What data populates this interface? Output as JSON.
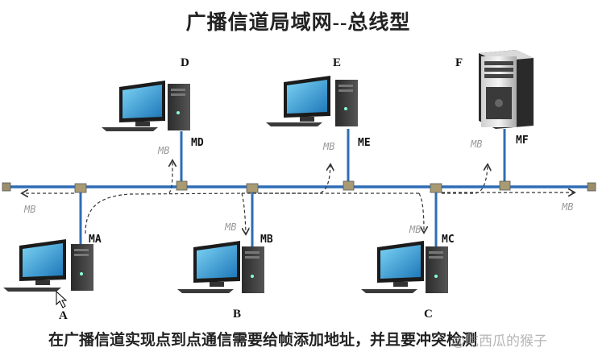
{
  "title": "广播信道局域网--总线型",
  "caption": "在广播信道实现点到点通信需要给帧添加地址，并且要冲突检测",
  "watermark": "@吃西瓜的猴子",
  "nodes": {
    "A": "A",
    "B": "B",
    "C": "C",
    "D": "D",
    "E": "E",
    "F": "F"
  },
  "mac": {
    "MA": "MA",
    "MB": "MB",
    "MC": "MC",
    "MD": "MD",
    "ME": "ME",
    "MF": "MF"
  },
  "frame": "MB",
  "colors": {
    "bus": "#2e6db5",
    "monitor_screen": "#3fa6d8",
    "arrow": "#333333"
  },
  "icons": [
    "monitor-icon",
    "tower-icon",
    "server-icon",
    "cursor-icon"
  ]
}
